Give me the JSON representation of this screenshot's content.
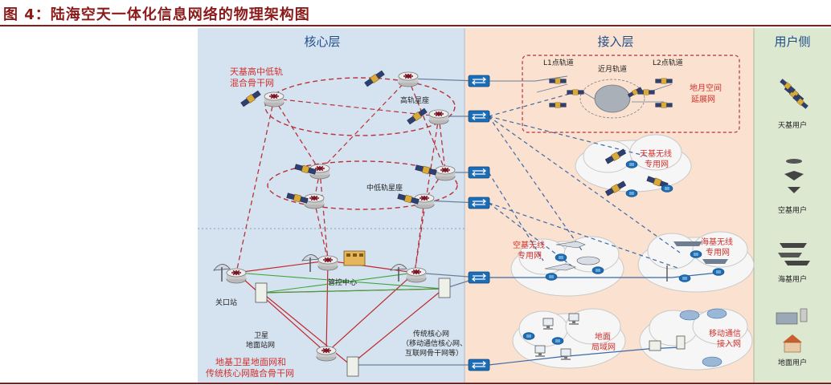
{
  "title": "图 4：陆海空天一体化信息网络的物理架构图",
  "columns": {
    "core": "核心层",
    "access": "接入层",
    "user": "用户侧"
  },
  "labels": {
    "space_backbone": [
      "天基高中低轨",
      "混合骨干网"
    ],
    "high_orbit": "高轨星座",
    "mid_low_orbit": "中低轨星座",
    "gateway": "关口站",
    "control_center": "管控中心",
    "ground_station": [
      "卫星",
      "地面站网"
    ],
    "fusion_backbone": [
      "地基卫星地面网和",
      "传统核心网融合骨干网"
    ],
    "traditional_core": [
      "传统核心网",
      "（移动通信核心网、",
      "互联网骨干网等）"
    ],
    "l1_orbit": "L1点轨道",
    "near_moon": "近月轨道",
    "l2_orbit": "L2点轨道",
    "earth_moon": [
      "地月空间",
      "延展网"
    ],
    "space_wireless": [
      "天基无线",
      "专用网"
    ],
    "air_wireless": [
      "空基无线",
      "专用网"
    ],
    "sea_wireless": [
      "海基无线",
      "专用网"
    ],
    "ground_lan": [
      "地面",
      "局域网"
    ],
    "mobile_access": [
      "移动通信",
      "接入网"
    ]
  },
  "users": {
    "space": "天基用户",
    "air": "空基用户",
    "sea": "海基用户",
    "ground": "地面用户"
  },
  "colors": {
    "title": "#8b1a1a",
    "core_bg": "#d5e3f0",
    "access_bg": "#fbe1cf",
    "user_bg": "#dde8d0",
    "red_text": "#d0312d",
    "dashed_red": "#b8323a",
    "dashed_blue": "#3a6aa8",
    "green_link": "#3aa63a",
    "blue_header": "#1f4e8a"
  },
  "icons": [
    "router-icon",
    "switch-icon",
    "satellite-icon",
    "moon-icon",
    "cloud-icon",
    "dish-icon",
    "aircraft-icon",
    "ship-icon",
    "computer-icon",
    "house-icon"
  ]
}
